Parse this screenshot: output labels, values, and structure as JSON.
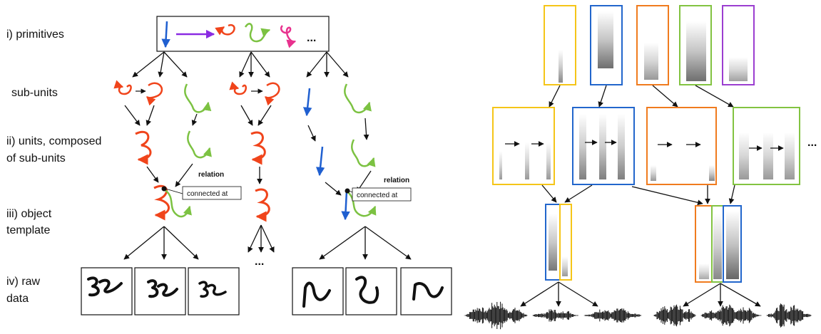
{
  "levels": {
    "primitives": "i) primitives",
    "subunits": "sub-units",
    "units_line1": "ii) units, composed",
    "units_line2": "of sub-units",
    "object_line1": "iii) object",
    "object_line2": "template",
    "raw_line1": "iv) raw",
    "raw_line2": "data"
  },
  "relations": [
    {
      "title": "relation",
      "value": "connected at"
    },
    {
      "title": "relation",
      "value": "connected at"
    }
  ],
  "ellipsis": "...",
  "colors": {
    "red": "#f0441b",
    "green": "#7cc242",
    "blue": "#1f5fd0",
    "purple": "#8a2be2",
    "pink": "#e8328e",
    "orange": "#f07b1e",
    "yellow": "#f5c518",
    "box_blue": "#2266cc",
    "box_green": "#82c341",
    "box_purple": "#9b3ed0"
  }
}
